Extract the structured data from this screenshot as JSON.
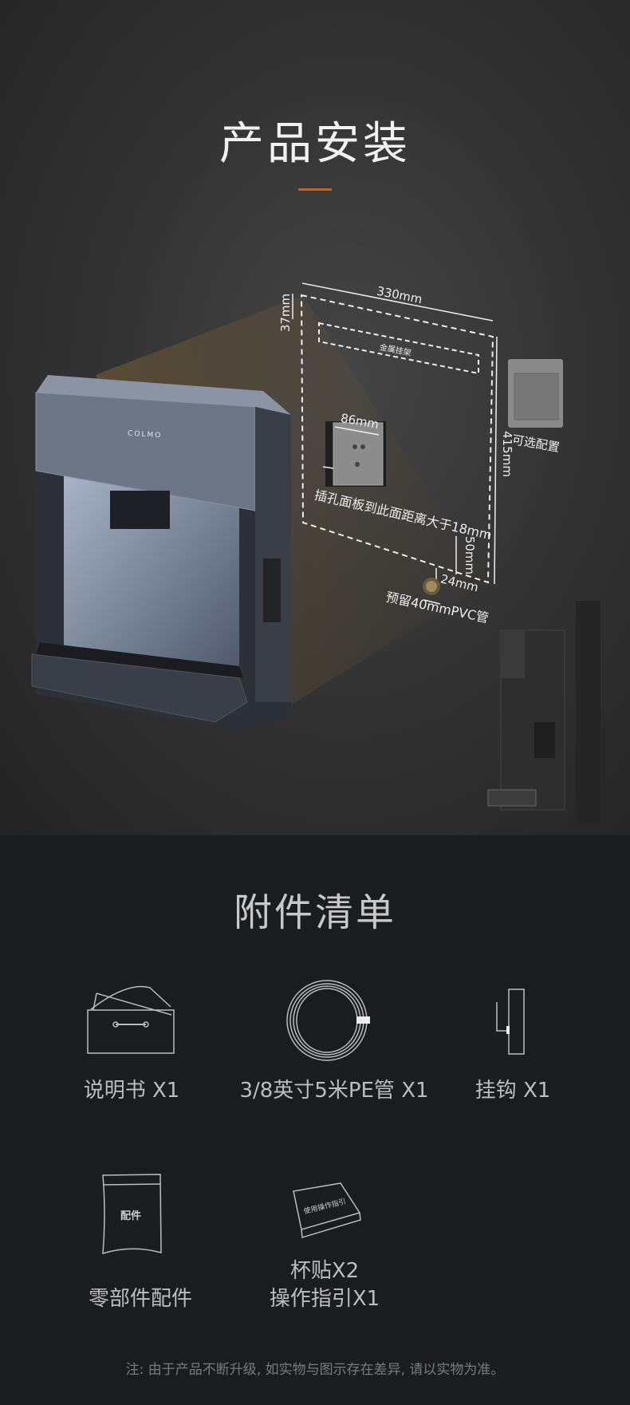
{
  "install": {
    "title": "产品安装",
    "accent_color": "#b5683a",
    "brand": "COLMO",
    "dimensions": {
      "width": "330mm",
      "top_offset": "37mm",
      "bracket": "金属挂架",
      "socket_width": "86mm",
      "socket_note": "插孔面板到此面距离大于18mm",
      "bottom_offset": "50mm",
      "pipe_offset": "24mm",
      "height": "415mm",
      "pipe_note": "预留40mmPVC管",
      "optional": "可选配置"
    }
  },
  "accessories": {
    "title": "附件清单",
    "items": [
      {
        "label": "说明书 X1",
        "icon": "manual-icon"
      },
      {
        "label": "3/8英寸5米PE管 X1",
        "icon": "tube-coil-icon"
      },
      {
        "label": "挂钩 X1",
        "icon": "hook-icon"
      },
      {
        "label": "零部件配件",
        "icon": "parts-bag-icon",
        "icon_text": "配件"
      },
      {
        "label": "杯贴X2",
        "label2": "操作指引X1",
        "icon": "guide-card-icon",
        "icon_text": "使用操作指引"
      }
    ],
    "note": "注: 由于产品不断升级, 如实物与图示存在差异, 请以实物为准。"
  }
}
